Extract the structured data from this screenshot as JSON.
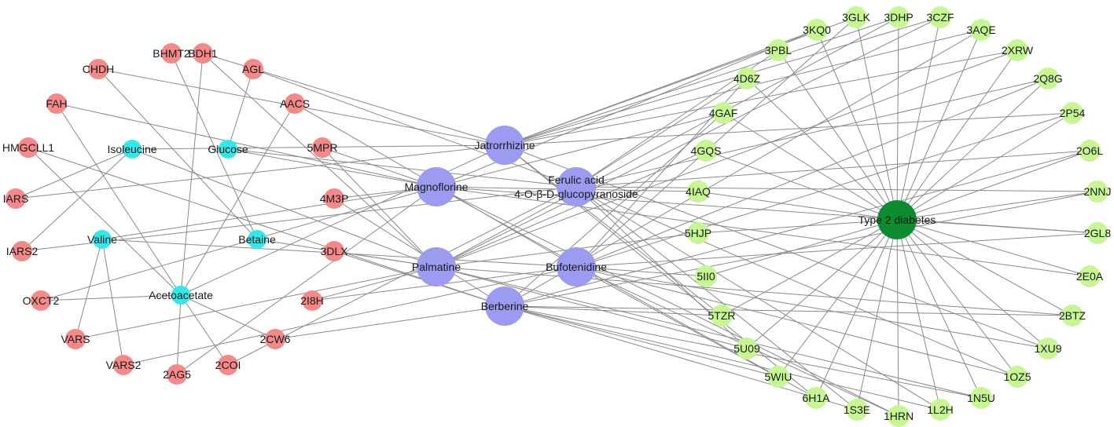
{
  "colors": {
    "metabolite": "#f4898a",
    "intermediate": "#33e8ea",
    "compound": "#9b9bf2",
    "target": "#c6f792",
    "disease": "#0b8c2e",
    "edge": "#8a8a8a"
  },
  "nodes": [
    {
      "id": "BHMT2",
      "label": "BHMT2",
      "group": "metabolite"
    },
    {
      "id": "BDH1",
      "label": "BDH1",
      "group": "metabolite"
    },
    {
      "id": "CHDH",
      "label": "CHDH",
      "group": "metabolite"
    },
    {
      "id": "AGL",
      "label": "AGL",
      "group": "metabolite"
    },
    {
      "id": "FAH",
      "label": "FAH",
      "group": "metabolite"
    },
    {
      "id": "AACS",
      "label": "AACS",
      "group": "metabolite"
    },
    {
      "id": "HMGCLL1",
      "label": "HMGCLL1",
      "group": "metabolite"
    },
    {
      "id": "5MPR",
      "label": "5MPR",
      "group": "metabolite"
    },
    {
      "id": "IARS",
      "label": "IARS",
      "group": "metabolite"
    },
    {
      "id": "4M3P",
      "label": "4M3P",
      "group": "metabolite"
    },
    {
      "id": "IARS2",
      "label": "IARS2",
      "group": "metabolite"
    },
    {
      "id": "3DLX",
      "label": "3DLX",
      "group": "metabolite"
    },
    {
      "id": "OXCT2",
      "label": "OXCT2",
      "group": "metabolite"
    },
    {
      "id": "2I8H",
      "label": "2I8H",
      "group": "metabolite"
    },
    {
      "id": "VARS",
      "label": "VARS",
      "group": "metabolite"
    },
    {
      "id": "2CW6",
      "label": "2CW6",
      "group": "metabolite"
    },
    {
      "id": "VARS2",
      "label": "VARS2",
      "group": "metabolite"
    },
    {
      "id": "2AG5",
      "label": "2AG5",
      "group": "metabolite"
    },
    {
      "id": "2COI",
      "label": "2COI",
      "group": "metabolite"
    },
    {
      "id": "Isoleucine",
      "label": "Isoleucine",
      "group": "intermediate"
    },
    {
      "id": "Glucose",
      "label": "Glucose",
      "group": "intermediate"
    },
    {
      "id": "Valine",
      "label": "Valine",
      "group": "intermediate"
    },
    {
      "id": "Betaine",
      "label": "Betaine",
      "group": "intermediate"
    },
    {
      "id": "Acetoacetate",
      "label": "Acetoacetate",
      "group": "intermediate"
    },
    {
      "id": "Jatrorrhizine",
      "label": "Jatrorrhizine",
      "group": "compound"
    },
    {
      "id": "Ferulic",
      "label": "Ferulic acid",
      "label2": "4-O-β-D-glucopyranoside",
      "group": "compound"
    },
    {
      "id": "Magnoflorine",
      "label": "Magnoflorine",
      "group": "compound"
    },
    {
      "id": "Palmatine",
      "label": "Palmatine",
      "group": "compound"
    },
    {
      "id": "Bufotenidine",
      "label": "Bufotenidine",
      "group": "compound"
    },
    {
      "id": "Berberine",
      "label": "Berberine",
      "group": "compound"
    },
    {
      "id": "T2D",
      "label": "Type 2 diabetes",
      "group": "disease"
    },
    {
      "id": "3DHP",
      "label": "3DHP",
      "group": "target"
    },
    {
      "id": "3GLK",
      "label": "3GLK",
      "group": "target"
    },
    {
      "id": "3CZF",
      "label": "3CZF",
      "group": "target"
    },
    {
      "id": "3KQ0",
      "label": "3KQ0",
      "group": "target"
    },
    {
      "id": "3AQE",
      "label": "3AQE",
      "group": "target"
    },
    {
      "id": "3PBL",
      "label": "3PBL",
      "group": "target"
    },
    {
      "id": "2XRW",
      "label": "2XRW",
      "group": "target"
    },
    {
      "id": "4D6Z",
      "label": "4D6Z",
      "group": "target"
    },
    {
      "id": "2Q8G",
      "label": "2Q8G",
      "group": "target"
    },
    {
      "id": "4GAF",
      "label": "4GAF",
      "group": "target"
    },
    {
      "id": "2P54",
      "label": "2P54",
      "group": "target"
    },
    {
      "id": "4GQS",
      "label": "4GQS",
      "group": "target"
    },
    {
      "id": "2O6L",
      "label": "2O6L",
      "group": "target"
    },
    {
      "id": "4IAQ",
      "label": "4IAQ",
      "group": "target"
    },
    {
      "id": "2NNJ",
      "label": "2NNJ",
      "group": "target"
    },
    {
      "id": "5HJP",
      "label": "5HJP",
      "group": "target"
    },
    {
      "id": "2GL8",
      "label": "2GL8",
      "group": "target"
    },
    {
      "id": "5II0",
      "label": "5II0",
      "group": "target"
    },
    {
      "id": "2E0A",
      "label": "2E0A",
      "group": "target"
    },
    {
      "id": "5TZR",
      "label": "5TZR",
      "group": "target"
    },
    {
      "id": "2BTZ",
      "label": "2BTZ",
      "group": "target"
    },
    {
      "id": "5U09",
      "label": "5U09",
      "group": "target"
    },
    {
      "id": "1XU9",
      "label": "1XU9",
      "group": "target"
    },
    {
      "id": "5WIU",
      "label": "5WIU",
      "group": "target"
    },
    {
      "id": "1OZ5",
      "label": "1OZ5",
      "group": "target"
    },
    {
      "id": "6H1A",
      "label": "6H1A",
      "group": "target"
    },
    {
      "id": "1N5U",
      "label": "1N5U",
      "group": "target"
    },
    {
      "id": "1S3E",
      "label": "1S3E",
      "group": "target"
    },
    {
      "id": "1L2H",
      "label": "1L2H",
      "group": "target"
    },
    {
      "id": "1HRN",
      "label": "1HRN",
      "group": "target"
    }
  ],
  "edges": [
    [
      "BHMT2",
      "Betaine"
    ],
    [
      "BDH1",
      "Acetoacetate"
    ],
    [
      "BDH1",
      "Jatrorrhizine"
    ],
    [
      "BDH1",
      "Palmatine"
    ],
    [
      "CHDH",
      "Betaine"
    ],
    [
      "CHDH",
      "Jatrorrhizine"
    ],
    [
      "AGL",
      "Glucose"
    ],
    [
      "AGL",
      "Ferulic"
    ],
    [
      "FAH",
      "Acetoacetate"
    ],
    [
      "FAH",
      "Magnoflorine"
    ],
    [
      "AACS",
      "Acetoacetate"
    ],
    [
      "AACS",
      "Bufotenidine"
    ],
    [
      "HMGCLL1",
      "Acetoacetate"
    ],
    [
      "HMGCLL1",
      "Berberine"
    ],
    [
      "5MPR",
      "Magnoflorine"
    ],
    [
      "5MPR",
      "Palmatine"
    ],
    [
      "IARS",
      "Isoleucine"
    ],
    [
      "IARS",
      "Jatrorrhizine"
    ],
    [
      "4M3P",
      "Magnoflorine"
    ],
    [
      "4M3P",
      "Berberine"
    ],
    [
      "IARS2",
      "Isoleucine"
    ],
    [
      "IARS2",
      "Ferulic"
    ],
    [
      "3DLX",
      "Palmatine"
    ],
    [
      "3DLX",
      "Berberine"
    ],
    [
      "OXCT2",
      "Acetoacetate"
    ],
    [
      "OXCT2",
      "Magnoflorine"
    ],
    [
      "2I8H",
      "Palmatine"
    ],
    [
      "2I8H",
      "Bufotenidine"
    ],
    [
      "VARS",
      "Valine"
    ],
    [
      "VARS",
      "Palmatine"
    ],
    [
      "2CW6",
      "Berberine"
    ],
    [
      "2CW6",
      "Acetoacetate"
    ],
    [
      "VARS2",
      "Valine"
    ],
    [
      "VARS2",
      "Bufotenidine"
    ],
    [
      "2AG5",
      "Acetoacetate"
    ],
    [
      "2AG5",
      "Magnoflorine"
    ],
    [
      "2COI",
      "Acetoacetate"
    ],
    [
      "2COI",
      "Ferulic"
    ],
    [
      "Isoleucine",
      "Jatrorrhizine"
    ],
    [
      "Isoleucine",
      "Palmatine"
    ],
    [
      "Glucose",
      "Ferulic"
    ],
    [
      "Glucose",
      "Magnoflorine"
    ],
    [
      "Valine",
      "Bufotenidine"
    ],
    [
      "Valine",
      "Magnoflorine"
    ],
    [
      "Betaine",
      "Palmatine"
    ],
    [
      "Acetoacetate",
      "Jatrorrhizine"
    ],
    [
      "Jatrorrhizine",
      "3DHP"
    ],
    [
      "Jatrorrhizine",
      "3GLK"
    ],
    [
      "Jatrorrhizine",
      "3CZF"
    ],
    [
      "Jatrorrhizine",
      "3KQ0"
    ],
    [
      "Jatrorrhizine",
      "3AQE"
    ],
    [
      "Jatrorrhizine",
      "2XRW"
    ],
    [
      "Jatrorrhizine",
      "2P54"
    ],
    [
      "Jatrorrhizine",
      "5TZR"
    ],
    [
      "Jatrorrhizine",
      "1XU9"
    ],
    [
      "Jatrorrhizine",
      "6H1A"
    ],
    [
      "Ferulic",
      "3PBL"
    ],
    [
      "Ferulic",
      "4D6Z"
    ],
    [
      "Ferulic",
      "2Q8G"
    ],
    [
      "Ferulic",
      "2O6L"
    ],
    [
      "Ferulic",
      "2NNJ"
    ],
    [
      "Ferulic",
      "5U09"
    ],
    [
      "Ferulic",
      "1OZ5"
    ],
    [
      "Ferulic",
      "1S3E"
    ],
    [
      "Ferulic",
      "1L2H"
    ],
    [
      "Magnoflorine",
      "4GAF"
    ],
    [
      "Magnoflorine",
      "3KQ0"
    ],
    [
      "Magnoflorine",
      "2GL8"
    ],
    [
      "Magnoflorine",
      "5WIU"
    ],
    [
      "Magnoflorine",
      "1HRN"
    ],
    [
      "Magnoflorine",
      "4IAQ"
    ],
    [
      "Magnoflorine",
      "2E0A"
    ],
    [
      "Palmatine",
      "4GQS"
    ],
    [
      "Palmatine",
      "5HJP"
    ],
    [
      "Palmatine",
      "3DHP"
    ],
    [
      "Palmatine",
      "2BTZ"
    ],
    [
      "Palmatine",
      "5U09"
    ],
    [
      "Palmatine",
      "1N5U"
    ],
    [
      "Palmatine",
      "3CZF"
    ],
    [
      "Palmatine",
      "2XRW"
    ],
    [
      "Bufotenidine",
      "5II0"
    ],
    [
      "Bufotenidine",
      "4D6Z"
    ],
    [
      "Bufotenidine",
      "2Q8G"
    ],
    [
      "Bufotenidine",
      "2P54"
    ],
    [
      "Bufotenidine",
      "2GL8"
    ],
    [
      "Bufotenidine",
      "1XU9"
    ],
    [
      "Bufotenidine",
      "1OZ5"
    ],
    [
      "Bufotenidine",
      "6H1A"
    ],
    [
      "Bufotenidine",
      "3GLK"
    ],
    [
      "Bufotenidine",
      "1HRN"
    ],
    [
      "Berberine",
      "5TZR"
    ],
    [
      "Berberine",
      "5WIU"
    ],
    [
      "Berberine",
      "1S3E"
    ],
    [
      "Berberine",
      "1L2H"
    ],
    [
      "Berberine",
      "3AQE"
    ],
    [
      "Berberine",
      "2O6L"
    ],
    [
      "Berberine",
      "2NNJ"
    ],
    [
      "Berberine",
      "4GAF"
    ],
    [
      "Berberine",
      "1N5U"
    ],
    [
      "Berberine",
      "2BTZ"
    ],
    [
      "T2D",
      "3DHP"
    ],
    [
      "T2D",
      "3GLK"
    ],
    [
      "T2D",
      "3CZF"
    ],
    [
      "T2D",
      "3KQ0"
    ],
    [
      "T2D",
      "3AQE"
    ],
    [
      "T2D",
      "3PBL"
    ],
    [
      "T2D",
      "2XRW"
    ],
    [
      "T2D",
      "4D6Z"
    ],
    [
      "T2D",
      "2Q8G"
    ],
    [
      "T2D",
      "4GAF"
    ],
    [
      "T2D",
      "2P54"
    ],
    [
      "T2D",
      "4GQS"
    ],
    [
      "T2D",
      "2O6L"
    ],
    [
      "T2D",
      "4IAQ"
    ],
    [
      "T2D",
      "2NNJ"
    ],
    [
      "T2D",
      "5HJP"
    ],
    [
      "T2D",
      "2GL8"
    ],
    [
      "T2D",
      "5II0"
    ],
    [
      "T2D",
      "2E0A"
    ],
    [
      "T2D",
      "5TZR"
    ],
    [
      "T2D",
      "2BTZ"
    ],
    [
      "T2D",
      "5U09"
    ],
    [
      "T2D",
      "1XU9"
    ],
    [
      "T2D",
      "5WIU"
    ],
    [
      "T2D",
      "1OZ5"
    ],
    [
      "T2D",
      "6H1A"
    ],
    [
      "T2D",
      "1N5U"
    ],
    [
      "T2D",
      "1S3E"
    ],
    [
      "T2D",
      "1L2H"
    ],
    [
      "T2D",
      "1HRN"
    ]
  ]
}
